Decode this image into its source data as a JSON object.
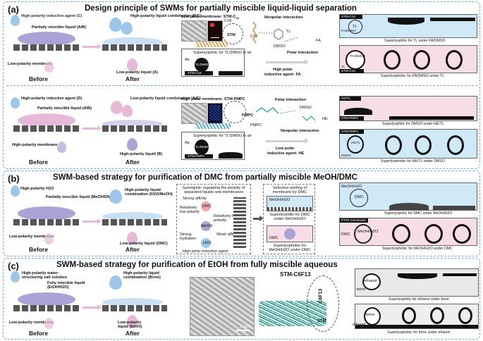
{
  "panel_a": {
    "label": "(a)",
    "title": "Design principle of SWMs for partially miscible liquid-liquid separation",
    "top": {
      "agent": "High-polarity inductive agent (C)",
      "partial": "Partially miscible liquid (A/B)",
      "combo": "High-polarity liquid combination (B/C)",
      "membrane": "Low-polarity membrane",
      "liquid": "Low-polarity liquid (A)",
      "before": "Before",
      "after": "After",
      "mem_title": "Low polar membrane: STM-C",
      "stm": "STM",
      "c18": "C18",
      "sup_air": "Superlyophilic for TL/DMSO in air",
      "air": "Air",
      "tldmso": "TL/DMSO",
      "stmc18": "STM-C18",
      "nonpolar": "Nonpolar interaction",
      "c18_mol": "C18",
      "tl": "TL",
      "dmso": "DMSO",
      "fa": "FA",
      "polar": "Polar interaction",
      "high_polar": "High polar",
      "inductive": "inductive agent: FA",
      "res1_cap": "Superlyophilic for TL under FA/DMSO",
      "res2_cap": "Superlyophobic for FA/DMSO under TL",
      "fadmso": "FA/DMSO",
      "tl2": "TL"
    },
    "bottom": {
      "agent": "High-polarity inductive agent (D)",
      "partial": "Partially miscible liquid (A/B)",
      "combo": "Low-polarity liquid combination (A/C)",
      "membrane": "High-polarity membrane",
      "liquid": "High-polarity liquid (B)",
      "before": "Before",
      "after": "After",
      "mem_title": "High polar membrane: STM-PMPC",
      "pmpc": "PMPC",
      "sup_air": "Superlyophilic for TL/DMSO in air",
      "air": "Air",
      "tldmso": "TL/DMSO",
      "stmpmpc": "STM-PMPC",
      "polar": "Polar interaction",
      "dmso": "DMSO",
      "he": "HE",
      "pmpc_mol": "PMPC",
      "nonpolar": "Nonpolar interaction",
      "low_polar": "Low polar",
      "inductive": "inductive agent: HE",
      "res1_cap": "Superlyophilic for DMSO under HE/TL",
      "res2_cap": "Superlyophobic for HE/TL under DMSO",
      "hetl": "HE/TL",
      "dmso2": "DMSO"
    }
  },
  "panel_b": {
    "label": "(b)",
    "title": "SWM-based strategy for purification of DMC from partially miscible MeOH/DMC",
    "agent": "High-polarity H2O",
    "partial": "Partially miscible liquid (MeOH/DMC)",
    "combo": "High-polarity liquid combination (H2O/MeOH)",
    "membrane": "Low-polarity membrane",
    "liquid": "Low-polarity liquid (DMC)",
    "before": "Before",
    "after": "After",
    "synergy": "Synergistic regulating the polarity of separated liquids and membranes",
    "strong_affinity": "Strong affinity",
    "relatively_low": "Relatively low polarity",
    "relatively_high": "Relatively high polarity",
    "strong_hydration": "Strong hydration",
    "weak_affinity": "Weak affinity",
    "high_polar_agent": "High polar inductive agent",
    "dmc": "DMC",
    "meoh": "MeOH",
    "h2o": "H2O",
    "selective": "Selective wetting of membrane by DMC",
    "meoh_h2o": "MeOH/H2O",
    "sup_dmc": "Superlyophilic for DMC under MeOH/H2O",
    "sup_meoh": "Superlyophobic for MeOH/H2O under DMC",
    "ptfe": "PTFE membrane",
    "res1_cap": "Superlyophilic for DMC under MeOH/H2O",
    "res2_cap": "Superlyophobic for MeOH/H2O under DMC"
  },
  "panel_c": {
    "label": "(c)",
    "title": "SWM-based  strategy for purification of EtOH from fully miscible aqueous",
    "agent": "High-polarity water-structuring salt solution",
    "fully": "Fully miscible liquid (EtOH/H2O)",
    "combo": "High-polarity liquid combination (Brine)",
    "membrane": "Low-polarity membrane",
    "liquid": "Low-polarity liquid (EtOH)",
    "before": "Before",
    "after": "After",
    "scale": "5 μm",
    "stm_c6f13": "STM-C6F13",
    "c6f13": "C6F13",
    "stm": "STM",
    "brine": "brine",
    "ethanol": "ethanol",
    "res1_cap": "Superlyophilic for ethanol under brine",
    "res2_cap": "Superlyophobic for brine under ethanol"
  },
  "colors": {
    "panel_border": "#7aa6d8",
    "membrane": "#555555",
    "blue_drop": "#9cc6ea",
    "purple": "#a9a3d6",
    "pink": "#e7b9d6",
    "red_arrow": "#d94040",
    "green_fiber": "#2aa79b"
  }
}
